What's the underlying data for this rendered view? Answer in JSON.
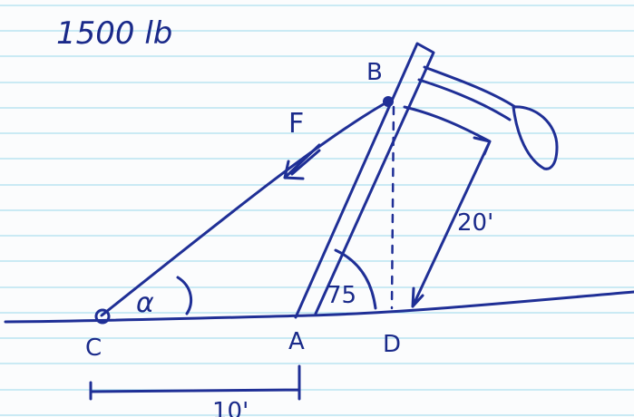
{
  "header_note": "1500 lb",
  "points": {
    "b": "B",
    "c": "C",
    "a": "A",
    "d": "D"
  },
  "labels": {
    "force": "F",
    "angle_alpha": "α",
    "angle_value": "75",
    "length_bd": "20'",
    "length_ca": "10'"
  },
  "colors": {
    "ink": "#1f2f96",
    "paper": "#fbfcfd",
    "rule": "#9ad7ec"
  }
}
